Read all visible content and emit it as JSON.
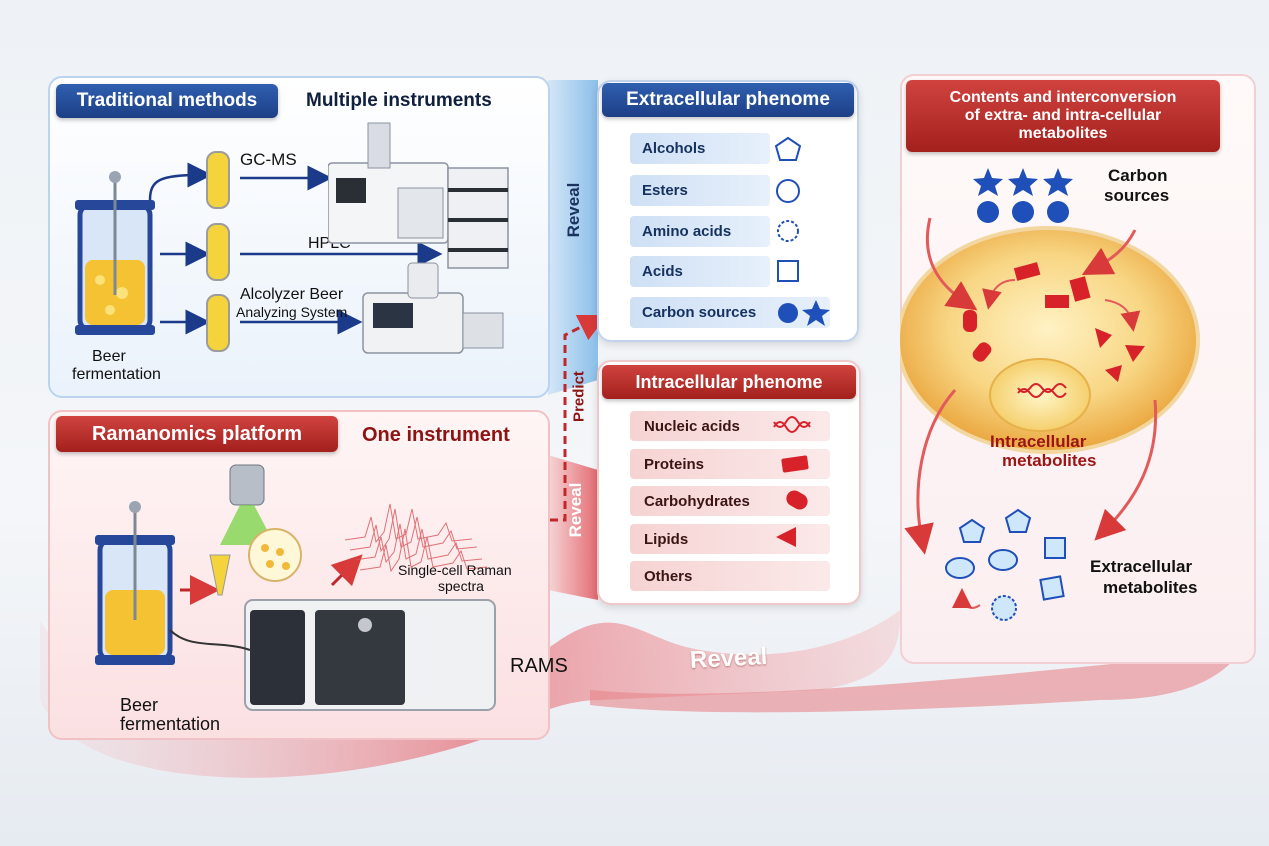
{
  "traditional": {
    "header": "Traditional methods",
    "subheader": "Multiple instruments",
    "gcms": "GC-MS",
    "hplc": "HPLC",
    "alcolyzer_line1": "Alcolyzer Beer",
    "alcolyzer_line2": "Analyzing System",
    "fermentation_line1": "Beer",
    "fermentation_line2": "fermentation"
  },
  "ramanomics": {
    "header": "Ramanomics platform",
    "subheader": "One instrument",
    "spectra_line1": "Single-cell Raman",
    "spectra_line2": "spectra",
    "rams": "RAMS",
    "fermentation_line1": "Beer",
    "fermentation_line2": "fermentation"
  },
  "extracellular": {
    "header": "Extracellular phenome",
    "items": [
      "Alcohols",
      "Esters",
      "Amino acids",
      "Acids",
      "Carbon sources"
    ]
  },
  "intracellular": {
    "header": "Intracellular phenome",
    "items": [
      "Nucleic acids",
      "Proteins",
      "Carbohydrates",
      "Lipids",
      "Others"
    ]
  },
  "arrows": {
    "reveal_top": "Reveal",
    "predict": "Predict",
    "reveal_mid": "Reveal",
    "reveal_bottom": "Reveal"
  },
  "metabolites": {
    "header_line1": "Contents and interconversion",
    "header_line2": "of extra- and intra-cellular",
    "header_line3": "metabolites",
    "carbon_line1": "Carbon",
    "carbon_line2": "sources",
    "intra_line1": "Intracellular",
    "intra_line2": "metabolites",
    "extra_line1": "Extracellular",
    "extra_line2": "metabolites"
  },
  "colors": {
    "blue": "#1d3f86",
    "red": "#b3221f",
    "icon_blue": "#1f4fb8"
  }
}
